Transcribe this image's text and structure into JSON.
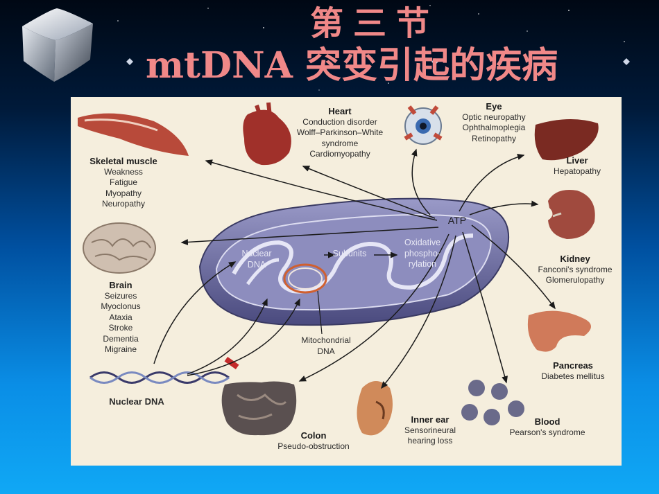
{
  "slide": {
    "title_line1": "第三节",
    "title_line2_latin": "mtDNA ",
    "title_line2_cjk": "突变引起的疾病"
  },
  "diagram": {
    "center": "ATP",
    "mito_labels": {
      "nuclear_dna": [
        "Nuclear",
        "DNA"
      ],
      "subunits": "Subunits",
      "oxphos": [
        "Oxidative",
        "phospho-",
        "rylation"
      ],
      "mitochondrial_dna": [
        "Mitochondrial",
        "DNA"
      ]
    },
    "nuclear_dna": "Nuclear DNA",
    "organs": {
      "heart": {
        "name": "Heart",
        "items": [
          "Conduction disorder",
          "Wolff–Parkinson–White",
          "syndrome",
          "Cardiomyopathy"
        ]
      },
      "eye": {
        "name": "Eye",
        "items": [
          "Optic neuropathy",
          "Ophthalmoplegia",
          "Retinopathy"
        ]
      },
      "skeletal_muscle": {
        "name": "Skeletal muscle",
        "items": [
          "Weakness",
          "Fatigue",
          "Myopathy",
          "Neuropathy"
        ]
      },
      "liver": {
        "name": "Liver",
        "items": [
          "Hepatopathy"
        ]
      },
      "kidney": {
        "name": "Kidney",
        "items": [
          "Fanconi's syndrome",
          "Glomerulopathy"
        ]
      },
      "brain": {
        "name": "Brain",
        "items": [
          "Seizures",
          "Myoclonus",
          "Ataxia",
          "Stroke",
          "Dementia",
          "Migraine"
        ]
      },
      "pancreas": {
        "name": "Pancreas",
        "items": [
          "Diabetes mellitus"
        ]
      },
      "colon": {
        "name": "Colon",
        "items": [
          "Pseudo-obstruction"
        ]
      },
      "inner_ear": {
        "name": "Inner ear",
        "items": [
          "Sensorineural",
          "hearing loss"
        ]
      },
      "blood": {
        "name": "Blood",
        "items": [
          "Pearson's syndrome"
        ]
      }
    }
  }
}
